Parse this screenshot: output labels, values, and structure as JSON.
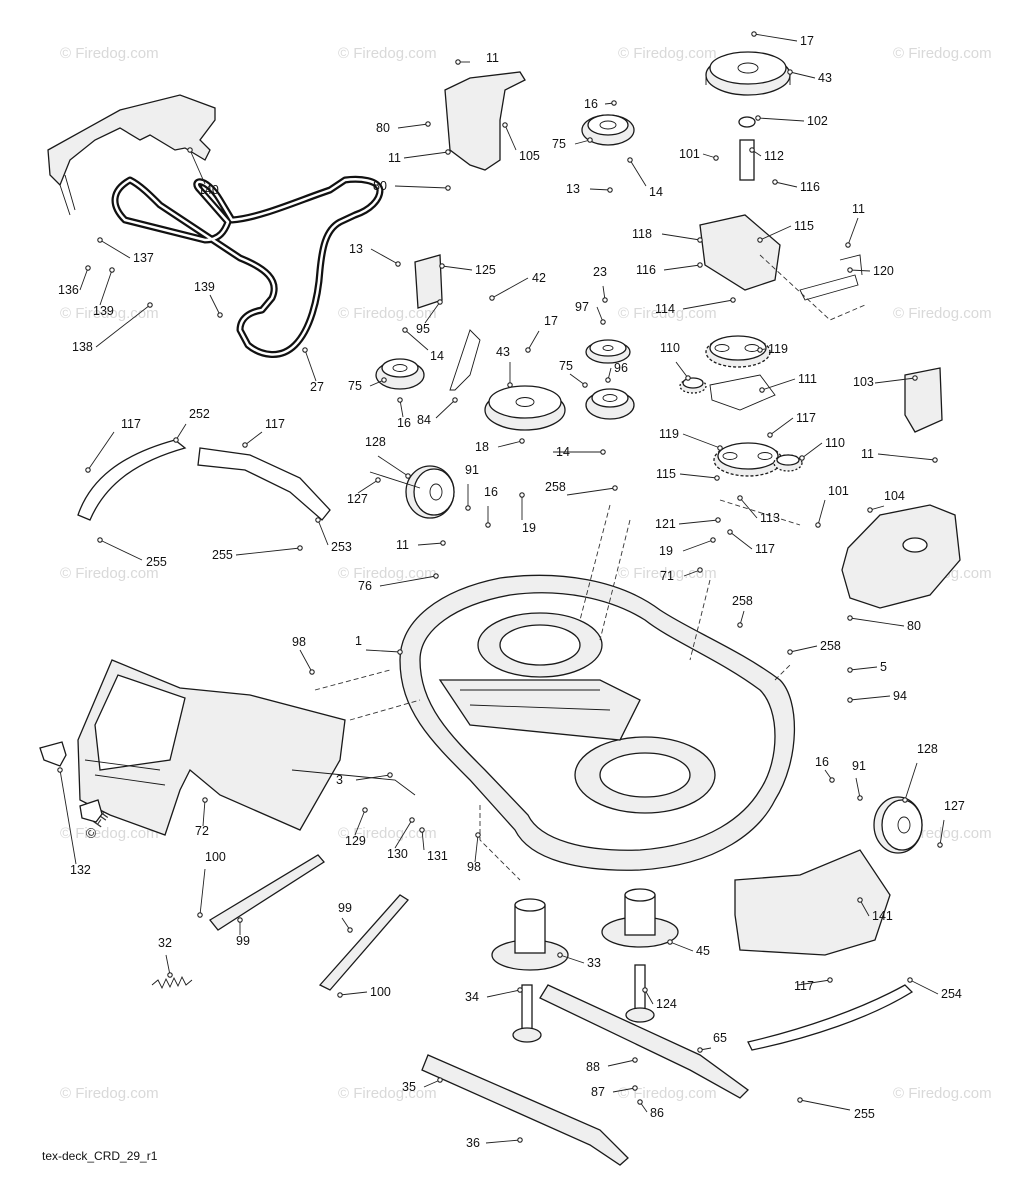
{
  "footer": {
    "caption": "tex-deck_CRD_29_r1"
  },
  "watermark": {
    "text": "© Firedog.com",
    "side_text": "© Firedog.com"
  },
  "callouts": [
    {
      "label": "11"
    },
    {
      "label": "80"
    },
    {
      "label": "11"
    },
    {
      "label": "80"
    },
    {
      "label": "105"
    },
    {
      "label": "16"
    },
    {
      "label": "75"
    },
    {
      "label": "14"
    },
    {
      "label": "13"
    },
    {
      "label": "17"
    },
    {
      "label": "43"
    },
    {
      "label": "102"
    },
    {
      "label": "101"
    },
    {
      "label": "112"
    },
    {
      "label": "116"
    },
    {
      "label": "115"
    },
    {
      "label": "11"
    },
    {
      "label": "118"
    },
    {
      "label": "116"
    },
    {
      "label": "120"
    },
    {
      "label": "140"
    },
    {
      "label": "137"
    },
    {
      "label": "136"
    },
    {
      "label": "139"
    },
    {
      "label": "139"
    },
    {
      "label": "138"
    },
    {
      "label": "27"
    },
    {
      "label": "13"
    },
    {
      "label": "125"
    },
    {
      "label": "42"
    },
    {
      "label": "95"
    },
    {
      "label": "14"
    },
    {
      "label": "75"
    },
    {
      "label": "16"
    },
    {
      "label": "84"
    },
    {
      "label": "23"
    },
    {
      "label": "97"
    },
    {
      "label": "17"
    },
    {
      "label": "43"
    },
    {
      "label": "75"
    },
    {
      "label": "96"
    },
    {
      "label": "114"
    },
    {
      "label": "110"
    },
    {
      "label": "119"
    },
    {
      "label": "111"
    },
    {
      "label": "103"
    },
    {
      "label": "117"
    },
    {
      "label": "119"
    },
    {
      "label": "110"
    },
    {
      "label": "11"
    },
    {
      "label": "117"
    },
    {
      "label": "252"
    },
    {
      "label": "117"
    },
    {
      "label": "128"
    },
    {
      "label": "18"
    },
    {
      "label": "14"
    },
    {
      "label": "91"
    },
    {
      "label": "127"
    },
    {
      "label": "16"
    },
    {
      "label": "19"
    },
    {
      "label": "258"
    },
    {
      "label": "115"
    },
    {
      "label": "113"
    },
    {
      "label": "101"
    },
    {
      "label": "104"
    },
    {
      "label": "255"
    },
    {
      "label": "255"
    },
    {
      "label": "253"
    },
    {
      "label": "11"
    },
    {
      "label": "121"
    },
    {
      "label": "117"
    },
    {
      "label": "19"
    },
    {
      "label": "71"
    },
    {
      "label": "76"
    },
    {
      "label": "258"
    },
    {
      "label": "80"
    },
    {
      "label": "98"
    },
    {
      "label": "1"
    },
    {
      "label": "258"
    },
    {
      "label": "5"
    },
    {
      "label": "94"
    },
    {
      "label": "3"
    },
    {
      "label": "72"
    },
    {
      "label": "16"
    },
    {
      "label": "91"
    },
    {
      "label": "128"
    },
    {
      "label": "127"
    },
    {
      "label": "129"
    },
    {
      "label": "130"
    },
    {
      "label": "131"
    },
    {
      "label": "98"
    },
    {
      "label": "132"
    },
    {
      "label": "100"
    },
    {
      "label": "99"
    },
    {
      "label": "99"
    },
    {
      "label": "33"
    },
    {
      "label": "45"
    },
    {
      "label": "141"
    },
    {
      "label": "32"
    },
    {
      "label": "100"
    },
    {
      "label": "34"
    },
    {
      "label": "124"
    },
    {
      "label": "117"
    },
    {
      "label": "254"
    },
    {
      "label": "65"
    },
    {
      "label": "88"
    },
    {
      "label": "87"
    },
    {
      "label": "86"
    },
    {
      "label": "35"
    },
    {
      "label": "255"
    },
    {
      "label": "36"
    }
  ]
}
